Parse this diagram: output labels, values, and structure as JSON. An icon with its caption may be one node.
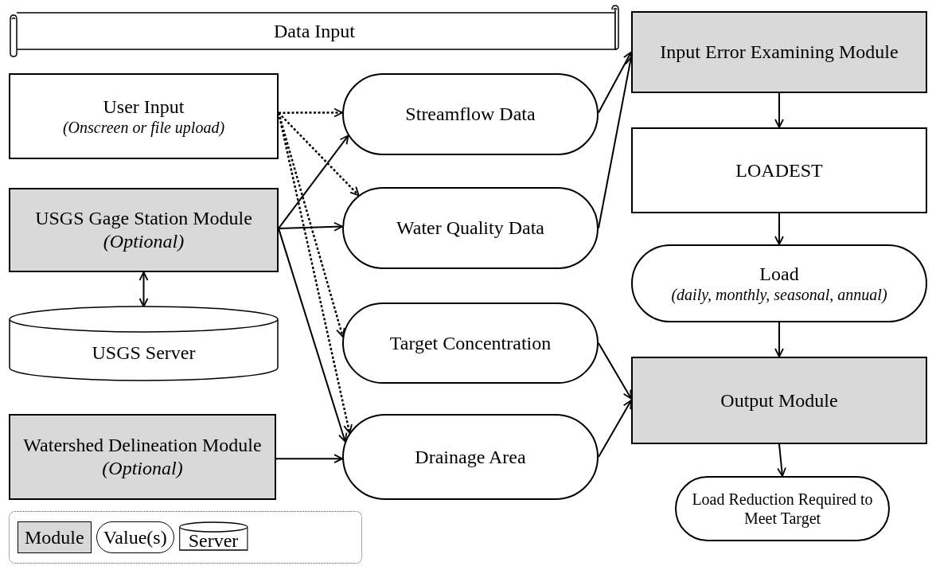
{
  "diagram": {
    "nodes": [
      {
        "text": [
          "Data Input"
        ]
      },
      {
        "text": [
          "User Input",
          "(Onscreen or file upload)"
        ]
      },
      {
        "text": [
          "USGS Gage Station Module *(Optional)*"
        ]
      },
      {
        "text": [
          "USGS Server"
        ]
      },
      {
        "text": [
          "Watershed Delineation Module *(Optional)*"
        ]
      },
      {
        "text": [
          "Streamflow Data"
        ]
      },
      {
        "text": [
          "Water Quality Data"
        ]
      },
      {
        "text": [
          "Target Concentration"
        ]
      },
      {
        "text": [
          "Drainage Area"
        ]
      },
      {
        "text": [
          "Input Error Examining Module"
        ]
      },
      {
        "text": [
          "LOADEST"
        ]
      },
      {
        "text": [
          "Load",
          "(daily, monthly, seasonal, annual)"
        ]
      },
      {
        "text": [
          "Output Module"
        ]
      },
      {
        "text": [
          "Load Reduction Required to Meet Target"
        ]
      }
    ],
    "edges": [
      {
        "from": 1,
        "to": 5,
        "arrow": "to",
        "style": "dashed"
      },
      {
        "from": 1,
        "to": 6,
        "arrow": "to",
        "style": "dashed"
      },
      {
        "from": 1,
        "to": 7,
        "arrow": "to",
        "style": "dashed"
      },
      {
        "from": 1,
        "to": 8,
        "arrow": "to",
        "style": "dashed"
      },
      {
        "from": 2,
        "to": 5,
        "arrow": "to"
      },
      {
        "from": 2,
        "to": 6,
        "arrow": "to"
      },
      {
        "from": 2,
        "to": 8,
        "arrow": "to"
      },
      {
        "from": 2,
        "to": 3,
        "arrow": "both"
      },
      {
        "from": 4,
        "to": 8,
        "arrow": "to"
      },
      {
        "from": 5,
        "to": 9,
        "arrow": "to"
      },
      {
        "from": 6,
        "to": 9,
        "arrow": "to"
      },
      {
        "from": 9,
        "to": 10,
        "arrow": "to"
      },
      {
        "from": 10,
        "to": 11,
        "arrow": "to"
      },
      {
        "from": 11,
        "to": 12,
        "arrow": "to"
      },
      {
        "from": 7,
        "to": 12,
        "arrow": "to"
      },
      {
        "from": 8,
        "to": 12,
        "arrow": "to"
      },
      {
        "from": 12,
        "to": 13,
        "arrow": "to"
      }
    ],
    "legend": [
      {
        "text": "Module"
      },
      {
        "text": "Value(s)"
      },
      {
        "text": "Server"
      }
    ]
  }
}
